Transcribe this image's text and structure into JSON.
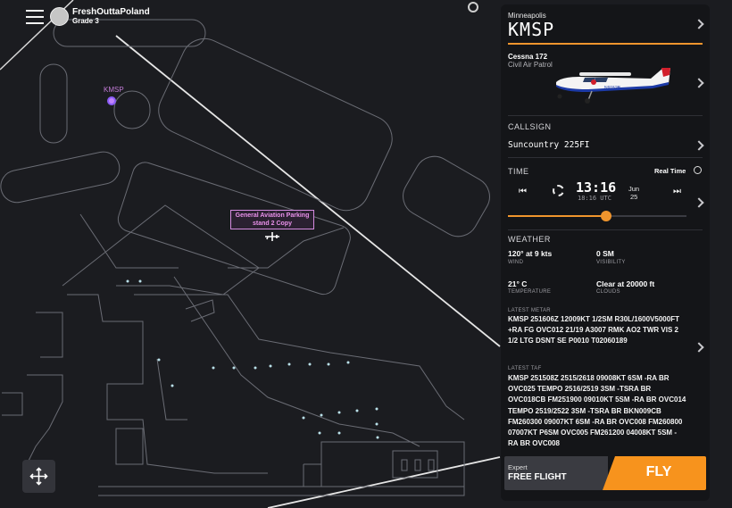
{
  "map": {
    "user": {
      "name": "FreshOuttaPoland",
      "grade": "Grade 3"
    },
    "airport_marker_label": "KMSP",
    "parking_label_line1": "General Aviation Parking",
    "parking_label_line2": "stand 2 Copy"
  },
  "panel": {
    "airport": {
      "city": "Minneapolis",
      "icao": "KMSP"
    },
    "aircraft": {
      "model": "Cessna 172",
      "livery": "Civil Air Patrol",
      "registration": "N9152B"
    },
    "callsign": {
      "heading": "CALLSIGN",
      "value": "Suncountry 225FI"
    },
    "time": {
      "heading": "TIME",
      "mode_label": "Real Time",
      "local": "13:16",
      "utc": "18:16 UTC",
      "month": "Jun",
      "day": "25",
      "day_progress": 0.55
    },
    "weather": {
      "heading": "WEATHER",
      "wind": {
        "value": "120° at 9 kts",
        "label": "WIND"
      },
      "visibility": {
        "value": "0 SM",
        "label": "VISIBILITY"
      },
      "temperature": {
        "value": "21° C",
        "label": "TEMPERATURE"
      },
      "clouds": {
        "value": "Clear at 20000 ft",
        "label": "CLOUDS"
      },
      "metar_heading": "LATEST METAR",
      "metar": "KMSP 251606Z 12009KT 1/2SM R30L/1600V5000FT +RA FG OVC012 21/19 A3007 RMK AO2 TWR VIS 2 1/2 LTG DSNT SE P0010 T02060189",
      "taf_heading": "LATEST TAF",
      "taf": "KMSP 251508Z 2515/2618 09008KT 6SM -RA BR OVC025 TEMPO 2516/2519 3SM -TSRA BR OVC018CB FM251900 09010KT 5SM -RA BR OVC014 TEMPO 2519/2522 3SM -TSRA BR BKN009CB FM260300 09007KT 6SM -RA BR OVC008 FM260800 07007KT P6SM OVC005 FM261200 04008KT 5SM -RA BR OVC008"
    },
    "flight": {
      "level": "Expert",
      "mode": "FREE FLIGHT",
      "action": "FLY"
    }
  },
  "colors": {
    "accent": "#f0952d",
    "panel_bg": "#141518",
    "map_bg": "#1b1c20",
    "marker": "#c084fc"
  }
}
